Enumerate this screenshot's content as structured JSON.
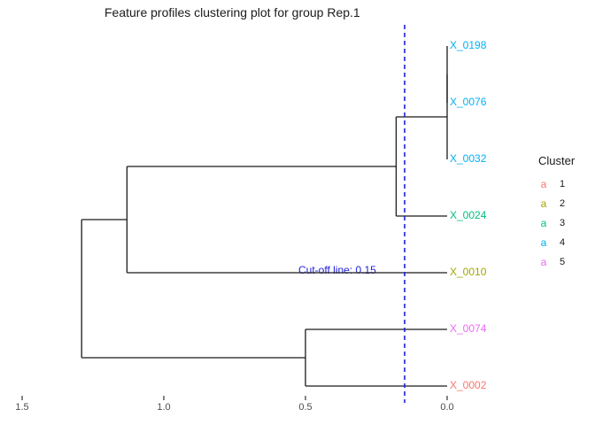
{
  "title": "Feature profiles clustering plot for group Rep.1",
  "cutoff": {
    "label": "Cut-off line: 0.15",
    "value": 0.15,
    "color": "#2020DE"
  },
  "legend": {
    "title": "Cluster",
    "items": [
      {
        "marker": "a",
        "label": "1",
        "color": "#F8766D"
      },
      {
        "marker": "a",
        "label": "2",
        "color": "#A3A500"
      },
      {
        "marker": "a",
        "label": "3",
        "color": "#00BF7D"
      },
      {
        "marker": "a",
        "label": "4",
        "color": "#00B0F6"
      },
      {
        "marker": "a",
        "label": "5",
        "color": "#E76BF3"
      }
    ]
  },
  "colors": {
    "dendrogram_lines": "#1a1a1a",
    "cutoff_line": "#2020DE",
    "axis_ticks": "#333333",
    "axis_text": "#4d4d4d",
    "background": "#ffffff"
  },
  "chart_data": {
    "type": "dendrogram",
    "orientation": "horizontal",
    "title": "Feature profiles clustering plot for group Rep.1",
    "leaves": [
      {
        "label": "X_0198",
        "cluster": 4,
        "color": "#00B0F6"
      },
      {
        "label": "X_0076",
        "cluster": 4,
        "color": "#00B0F6"
      },
      {
        "label": "X_0032",
        "cluster": 4,
        "color": "#00B0F6"
      },
      {
        "label": "X_0024",
        "cluster": 3,
        "color": "#00BF7D"
      },
      {
        "label": "X_0010",
        "cluster": 2,
        "color": "#A3A500"
      },
      {
        "label": "X_0074",
        "cluster": 5,
        "color": "#E76BF3"
      },
      {
        "label": "X_0002",
        "cluster": 1,
        "color": "#F8766D"
      }
    ],
    "merges": [
      {
        "a": "X_0198",
        "b": "X_0076",
        "height": 0.0
      },
      {
        "a": "M0",
        "b": "X_0032",
        "height": 0.0
      },
      {
        "a": "M1",
        "b": "X_0024",
        "height": 0.18
      },
      {
        "a": "X_0074",
        "b": "X_0002",
        "height": 0.5
      },
      {
        "a": "M2",
        "b": "X_0010",
        "height": 1.13
      },
      {
        "a": "M4",
        "b": "M3",
        "height": 1.29
      }
    ],
    "cutoff_value": 0.15,
    "x_ticks": [
      "1.5",
      "1.0",
      "0.5",
      "0.0"
    ],
    "x_tick_values": [
      1.5,
      1.0,
      0.5,
      0.0
    ],
    "axis_range": [
      1.5,
      0.0
    ],
    "grid": false,
    "legend_position": "right",
    "legend_title": "Cluster"
  }
}
